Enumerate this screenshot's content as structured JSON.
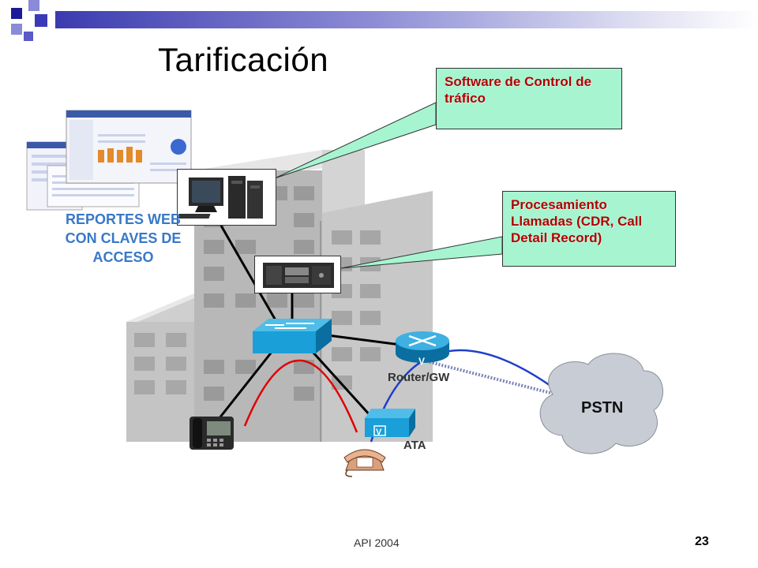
{
  "title": "Tarificación",
  "callouts": {
    "software": "Software de Control de tráfico",
    "processing": "Procesamiento Llamadas (CDR, Call Detail Record)"
  },
  "reports_label": {
    "line1": "REPORTES WEB",
    "line2": "CON CLAVES DE",
    "line3": "ACCESO"
  },
  "labels": {
    "router": "Router/GW",
    "ata": "ATA",
    "pstn": "PSTN"
  },
  "footer": {
    "left": "API 2004",
    "page": "23"
  },
  "colors": {
    "callout_bg": "#a6f5d0",
    "callout_text": "#b00000",
    "reports_text": "#3878c8",
    "building": "#c8c8c8",
    "cisco_blue": "#1a9fd8",
    "red_arc": "#e00000",
    "blue_arc": "#1f3fc8"
  }
}
